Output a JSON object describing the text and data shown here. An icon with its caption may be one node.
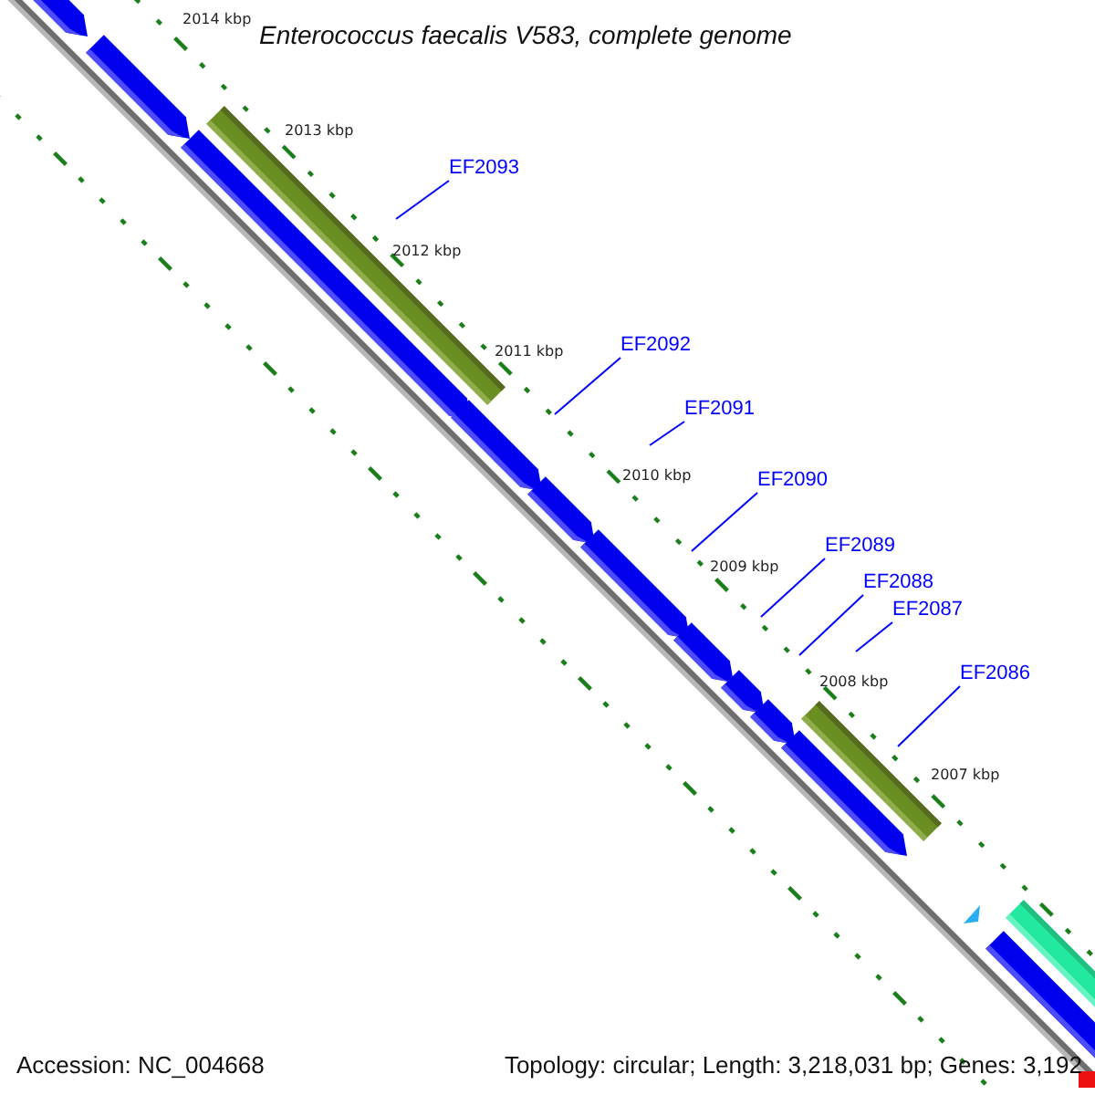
{
  "diagram": {
    "title": "Enterococcus faecalis V583, complete genome",
    "nodes": [
      {
        "text": [
          "EF2093"
        ]
      },
      {
        "text": [
          "EF2092"
        ]
      },
      {
        "text": [
          "EF2091"
        ]
      },
      {
        "text": [
          "EF2090"
        ]
      },
      {
        "text": [
          "EF2089"
        ]
      },
      {
        "text": [
          "EF2088"
        ]
      },
      {
        "text": [
          "EF2087"
        ]
      },
      {
        "text": [
          "EF2086"
        ]
      }
    ],
    "edges": [
      {
        "from": 0,
        "to": null,
        "arrow": "none"
      },
      {
        "from": 1,
        "to": null,
        "arrow": "none"
      },
      {
        "from": 2,
        "to": null,
        "arrow": "none"
      },
      {
        "from": 3,
        "to": null,
        "arrow": "none"
      },
      {
        "from": 4,
        "to": null,
        "arrow": "none"
      },
      {
        "from": 5,
        "to": null,
        "arrow": "none"
      },
      {
        "from": 6,
        "to": null,
        "arrow": "none"
      },
      {
        "from": 7,
        "to": null,
        "arrow": "none"
      }
    ],
    "labels": [
      "2014 kbp",
      "2013 kbp",
      "2012 kbp",
      "2011 kbp",
      "2010 kbp",
      "2009 kbp",
      "2008 kbp",
      "2007 kbp",
      "Accession: NC_004668",
      "Topology: circular; Length: 3,218,031 bp; Genes: 3,192"
    ]
  }
}
